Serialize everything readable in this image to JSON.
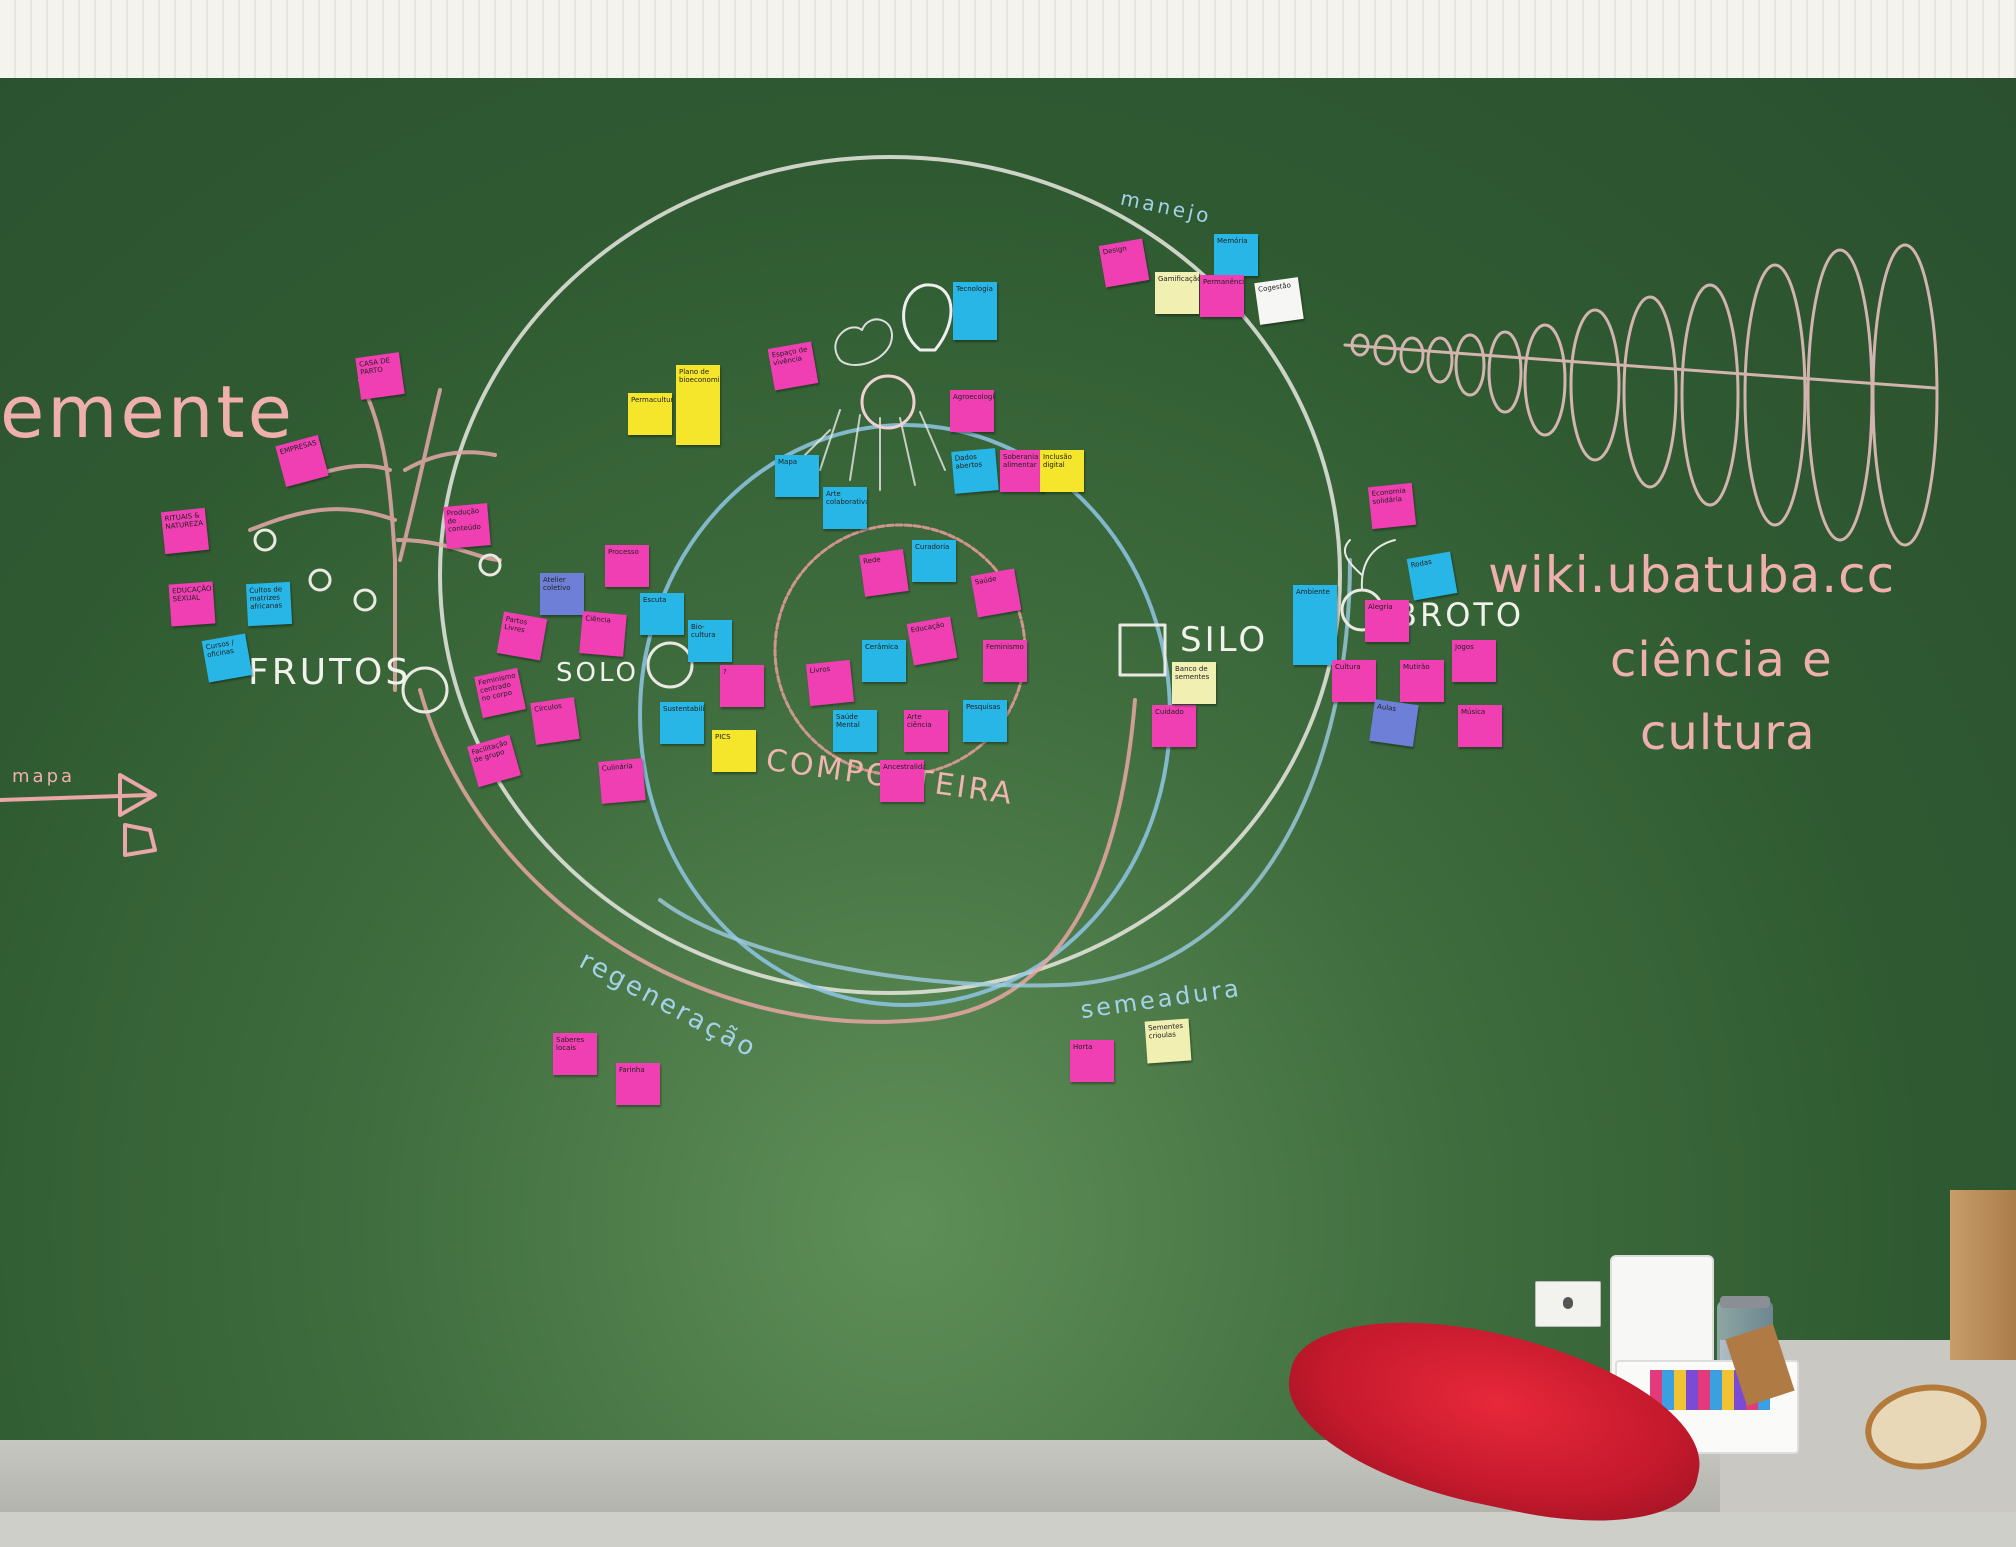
{
  "chalk_labels": {
    "left_word": "emente",
    "frutos": "FRUTOS",
    "solo": "SOLO",
    "composteira": "COMPOSTEIRA",
    "silo": "SILO",
    "broto": "BROTO",
    "manejo": "manejo",
    "regeneracao": "regeneração",
    "semeadura": "semeadura",
    "arrow_label": "mapa",
    "url": "wiki.ubatuba.cc",
    "tagline_1": "ciência e",
    "tagline_2": "cultura"
  },
  "sticky_notes": [
    {
      "color": "pink",
      "text": "CASA DE PARTO"
    },
    {
      "color": "pink",
      "text": "EMPRESAS"
    },
    {
      "color": "pink",
      "text": "RITUAIS & NATUREZA"
    },
    {
      "color": "pink",
      "text": "EDUCAÇÃO SEXUAL"
    },
    {
      "color": "blue",
      "text": "Cultos de matrizes africanas"
    },
    {
      "color": "blue",
      "text": "Cursos / oficinas"
    },
    {
      "color": "pink",
      "text": "Produção de conteúdo"
    },
    {
      "color": "lilac",
      "text": "Atelier coletivo"
    },
    {
      "color": "pink",
      "text": "Partos Livres"
    },
    {
      "color": "pink",
      "text": "Feminismo centrado no corpo"
    },
    {
      "color": "pink",
      "text": "Ciência"
    },
    {
      "color": "pink",
      "text": "Facilitação de grupo"
    },
    {
      "color": "pink",
      "text": "Processo"
    },
    {
      "color": "pink",
      "text": "Círculos"
    },
    {
      "color": "pink",
      "text": "Culinária"
    },
    {
      "color": "blue",
      "text": "Escuta"
    },
    {
      "color": "blue",
      "text": "Bio-cultura"
    },
    {
      "color": "blue",
      "text": "Sustentabilidade"
    },
    {
      "color": "pink",
      "text": "?"
    },
    {
      "color": "yellow",
      "text": "PICS"
    },
    {
      "color": "yellow",
      "text": "Permacultura"
    },
    {
      "color": "yellow",
      "text": "Plano de bioeconomia"
    },
    {
      "color": "pink",
      "text": "Espaço de vivência"
    },
    {
      "color": "blue",
      "text": "Mapa"
    },
    {
      "color": "blue",
      "text": "Arte colaborativa"
    },
    {
      "color": "pink",
      "text": "Rede"
    },
    {
      "color": "blue",
      "text": "Curadoria"
    },
    {
      "color": "pink",
      "text": "Saúde"
    },
    {
      "color": "blue",
      "text": "Cerâmica"
    },
    {
      "color": "pink",
      "text": "Livros"
    },
    {
      "color": "pink",
      "text": "Educação"
    },
    {
      "color": "pink",
      "text": "Saúde Mental"
    },
    {
      "color": "blue",
      "text": "Pesquisas"
    },
    {
      "color": "pink",
      "text": "Feminismo"
    },
    {
      "color": "pink",
      "text": "Arte ciência"
    },
    {
      "color": "pink",
      "text": "Ancestralidade"
    },
    {
      "color": "blue",
      "text": "Tecnologia"
    },
    {
      "color": "pink",
      "text": "Agroecologia"
    },
    {
      "color": "blue",
      "text": "Dados abertos"
    },
    {
      "color": "pink",
      "text": "Soberania alimentar"
    },
    {
      "color": "yellow",
      "text": "Inclusão digital"
    },
    {
      "color": "pink",
      "text": "Design"
    },
    {
      "color": "blue",
      "text": "Memória"
    },
    {
      "color": "cream",
      "text": "Gamificação"
    },
    {
      "color": "pink",
      "text": "Permanência"
    },
    {
      "color": "white",
      "text": "Cogestão"
    },
    {
      "color": "pink",
      "text": "Cuidado"
    },
    {
      "color": "cream",
      "text": "Banco de sementes"
    },
    {
      "color": "pink",
      "text": "Economia solidária"
    },
    {
      "color": "blue",
      "text": "Ambiente"
    },
    {
      "color": "pink",
      "text": "Cultura"
    },
    {
      "color": "pink",
      "text": "Mutirão"
    },
    {
      "color": "blue",
      "text": "Rodas"
    },
    {
      "color": "pink",
      "text": "Jogos"
    },
    {
      "color": "pink",
      "text": "Música"
    },
    {
      "color": "pink",
      "text": "Alegria"
    },
    {
      "color": "lilac",
      "text": "Aulas"
    },
    {
      "color": "pink",
      "text": "Saberes locais"
    },
    {
      "color": "pink",
      "text": "Farinha"
    },
    {
      "color": "pink",
      "text": "Horta"
    },
    {
      "color": "cream",
      "text": "Sementes crioulas"
    }
  ]
}
